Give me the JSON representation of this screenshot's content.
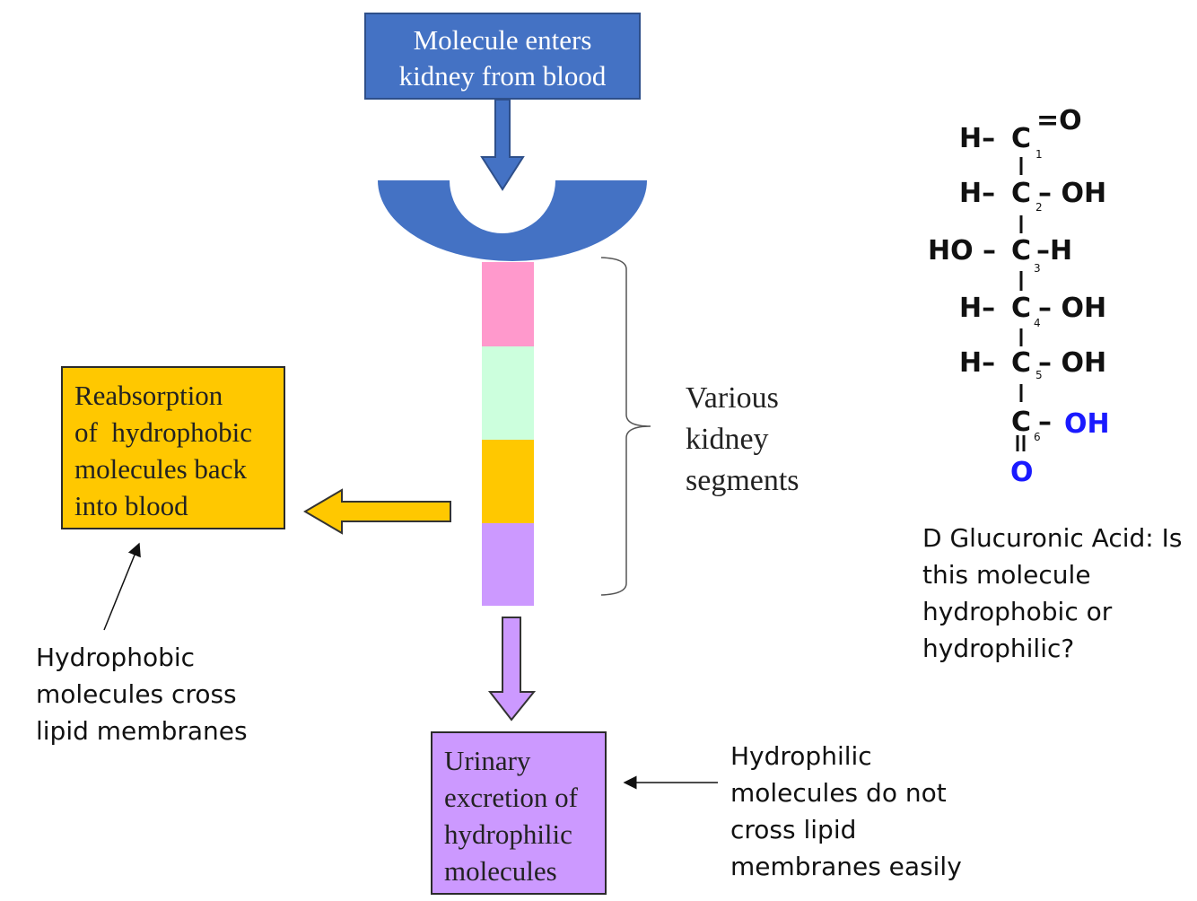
{
  "top_box": {
    "lines": [
      "Molecule enters",
      "kidney from blood"
    ],
    "color": "#4472c4"
  },
  "segments": {
    "label_lines": [
      "Various",
      "kidney",
      "segments"
    ],
    "colors": [
      "#ff99cc",
      "#ccffdd",
      "#ffc800",
      "#cc99ff"
    ]
  },
  "reabsorption_box": {
    "lines": [
      "Reabsorption",
      "of  hydrophobic",
      "molecules back",
      "into blood"
    ],
    "color": "#ffc800"
  },
  "hydrophobic_note": {
    "lines": [
      "Hydrophobic",
      "molecules cross",
      "lipid membranes"
    ]
  },
  "urinary_box": {
    "lines": [
      "Urinary",
      "excretion of",
      "hydrophilic",
      "molecules"
    ],
    "color": "#cc99ff"
  },
  "hydrophilic_note": {
    "lines": [
      "Hydrophilic",
      "molecules do not",
      "cross lipid",
      "membranes easily"
    ]
  },
  "molecule": {
    "rows": [
      {
        "left": "H–",
        "carbon": "C",
        "number": "1",
        "right": "=O"
      },
      {
        "left": "H–",
        "carbon": "C",
        "number": "2",
        "right": "– OH"
      },
      {
        "left": "HO –",
        "carbon": "C",
        "number": "3",
        "right": "–H"
      },
      {
        "left": "H–",
        "carbon": "C",
        "number": "4",
        "right": "– OH"
      },
      {
        "left": "H–",
        "carbon": "C",
        "number": "5",
        "right": "– OH"
      },
      {
        "left": "",
        "carbon": "C",
        "number": "6",
        "right": "–"
      }
    ],
    "carboxyl_oh": "OH",
    "carbonyl_o": "O",
    "highlight_color": "#1a1aff"
  },
  "question": {
    "lines": [
      "D Glucuronic Acid: Is",
      "this molecule",
      "hydrophobic or",
      "hydrophilic?"
    ]
  }
}
